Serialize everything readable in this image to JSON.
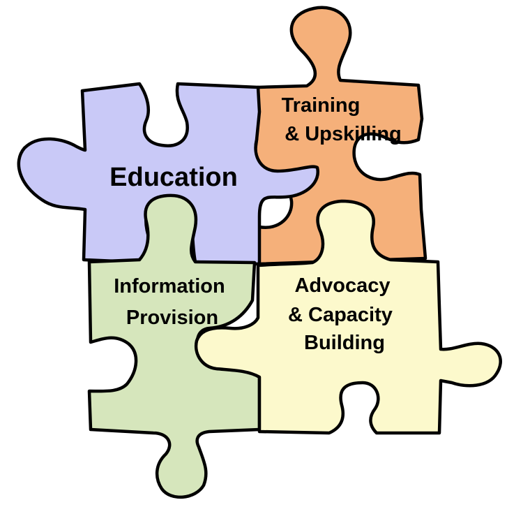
{
  "pieces": {
    "training": {
      "lines": [
        "Training",
        "& Upskilling"
      ],
      "color": "#F5B07A"
    },
    "education": {
      "lines": [
        "Education"
      ],
      "color": "#C9C9F7"
    },
    "information": {
      "lines": [
        "Information",
        "Provision"
      ],
      "color": "#D6E6BC"
    },
    "advocacy": {
      "lines": [
        "Advocacy",
        "&  Capacity",
        "Building"
      ],
      "color": "#FCF9CC"
    }
  }
}
